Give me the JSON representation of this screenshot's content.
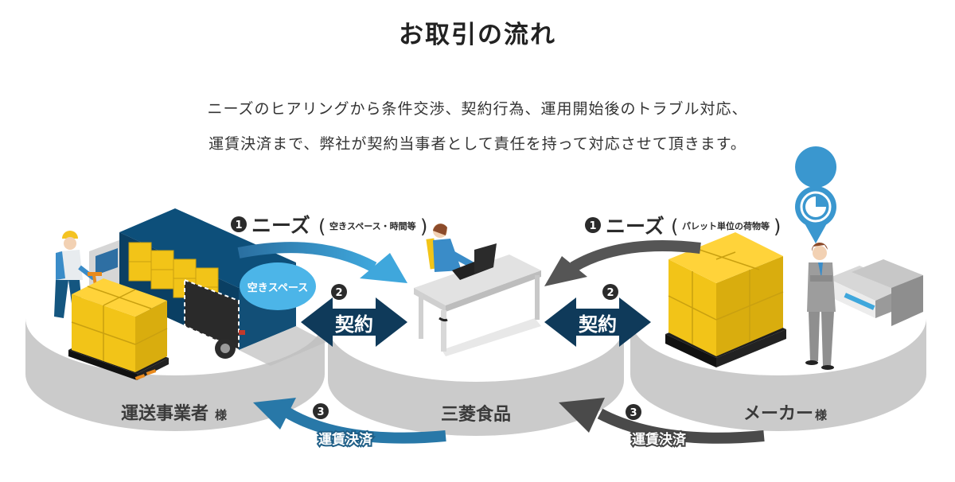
{
  "page": {
    "title": "お取引の流れ",
    "description": [
      "ニーズのヒアリングから条件交渉、契約行為、運用開始後のトラブル対応、",
      "運賃決済まで、弊社が契約当事者として責任を持って対応させて頂きます。"
    ]
  },
  "diagram": {
    "parties": {
      "left": {
        "name": "運送事業者",
        "suffix": "様"
      },
      "center": {
        "name": "三菱食品",
        "suffix": ""
      },
      "right": {
        "name": "メーカー",
        "suffix": "様"
      }
    },
    "steps": {
      "needs_left": {
        "number": "1",
        "label": "ニーズ",
        "detail": "空きスペース・時間等"
      },
      "needs_right": {
        "number": "1",
        "label": "ニーズ",
        "detail": "パレット単位の荷物等"
      },
      "contract_left": {
        "number": "2",
        "label": "契約"
      },
      "contract_right": {
        "number": "2",
        "label": "契約"
      },
      "payment_left": {
        "number": "3",
        "label": "運賃決済"
      },
      "payment_right": {
        "number": "3",
        "label": "運賃決済"
      }
    },
    "empty_space_bubble": "空きスペース",
    "icons": [
      "worker-icon",
      "truck-icon",
      "pallet-boxes-icon",
      "operator-desk-icon",
      "businessman-icon",
      "factory-icon",
      "clock-pin-icon"
    ],
    "colors": {
      "navy": "#0f3a5a",
      "truck_blue": "#0d4f7a",
      "light_blue": "#3fa7dc",
      "bubble_blue": "#4cb5e8",
      "payment_blue": "#2878a8",
      "dark_gray": "#4a4a4a",
      "platform_gray": "#cbcbcb",
      "box_yellow": "#f2c418"
    }
  }
}
